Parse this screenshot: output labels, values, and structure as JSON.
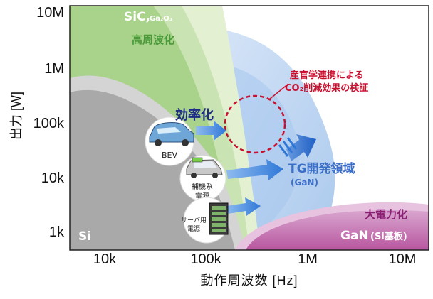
{
  "y_ticks": [
    "10M",
    "1M",
    "100k",
    "10k",
    "1k"
  ],
  "x_ticks": [
    "10k",
    "100k",
    "1M",
    "10M"
  ],
  "x_axis_title": "動作周波数 [Hz]",
  "y_axis_title": "出力 [W]",
  "regions": {
    "sic": {
      "name": "SiC,",
      "sub": "Ga₂O₃",
      "tag": "高周波化",
      "color": "#8ec56a"
    },
    "si": {
      "name": "Si",
      "color": "#b8b8b8"
    },
    "gan": {
      "name": "GaN",
      "sub": "(Si基板)",
      "tag": "大電力化",
      "color": "#c86fb0"
    },
    "tg": {
      "name": "TG開発領域",
      "sub": "(GaN)",
      "color": "#6fa3e0"
    }
  },
  "labels": {
    "efficiency": "効率化",
    "collab_line1": "産官学連携による",
    "collab_line2": "CO₂削減効果の検証"
  },
  "devices": [
    {
      "name": "BEV"
    },
    {
      "name_line1": "補機系",
      "name_line2": "電源"
    },
    {
      "name_line1": "サーバ用",
      "name_line2": "電源"
    }
  ],
  "colors": {
    "accent_red": "#c8102e",
    "accent_blue": "#3c6fc8",
    "navy": "#1f2c86"
  }
}
